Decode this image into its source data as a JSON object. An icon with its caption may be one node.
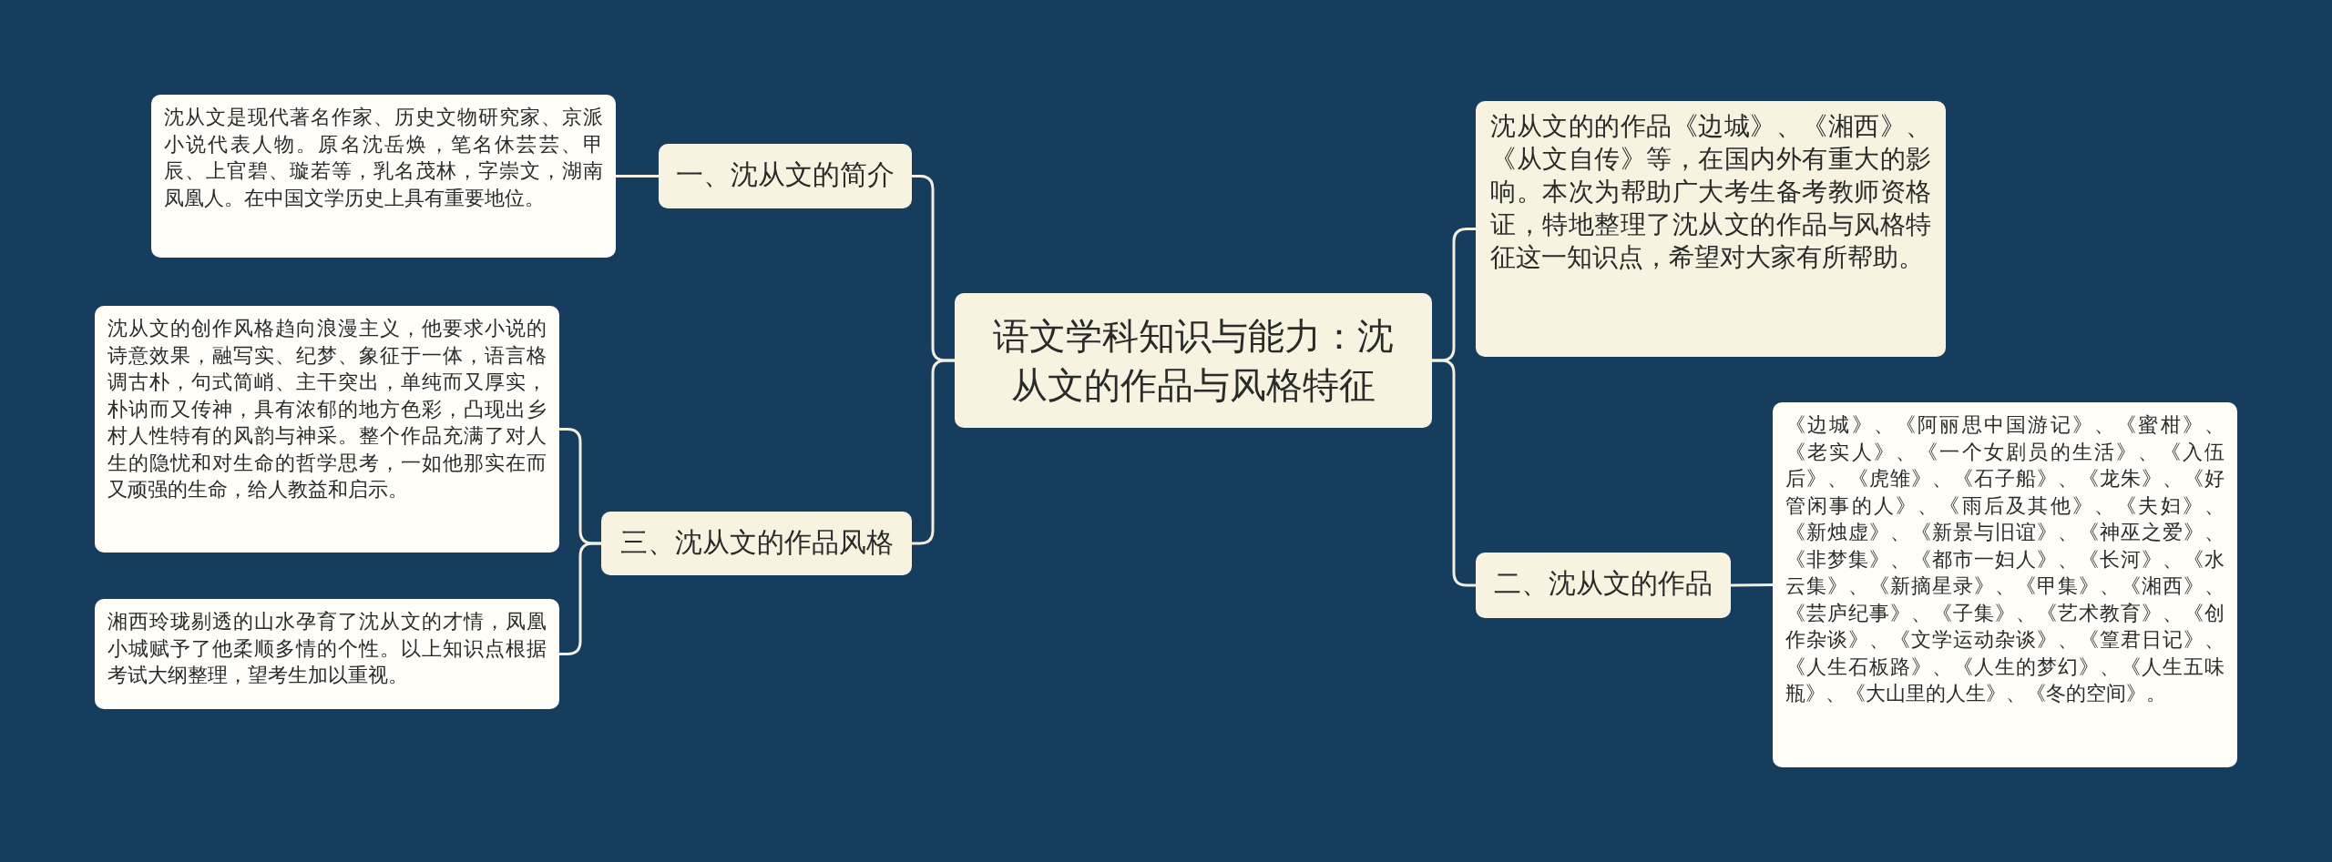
{
  "diagram": {
    "nodes": [
      {
        "text": [
          "语文学科知识与能力：沈从文的作品与风格特征"
        ]
      },
      {
        "text": [
          "一、沈从文的简介"
        ]
      },
      {
        "text": [
          "沈从文是现代著名作家、历史文物研究家、京派小说代表人物。原名沈岳焕，笔名休芸芸、甲辰、上官碧、璇若等，乳名茂林，字崇文，湖南凤凰人。在中国文学历史上具有重要地位。"
        ]
      },
      {
        "text": [
          "三、沈从文的作品风格"
        ]
      },
      {
        "text": [
          "沈从文的创作风格趋向浪漫主义，他要求小说的诗意效果，融写实、纪梦、象征于一体，语言格调古朴，句式简峭、主干突出，单纯而又厚实，朴讷而又传神，具有浓郁的地方色彩，凸现出乡村人性特有的风韵与神采。整个作品充满了对人生的隐忧和对生命的哲学思考，一如他那实在而又顽强的生命，给人教益和启示。"
        ]
      },
      {
        "text": [
          "湘西玲珑剔透的山水孕育了沈从文的才情，凤凰小城赋予了他柔顺多情的个性。以上知识点根据考试大纲整理，望考生加以重视。"
        ]
      },
      {
        "text": [
          "沈从文的的作品《边城》、《湘西》、《从文自传》等，在国内外有重大的影响。本次为帮助广大考生备考教师资格证，特地整理了沈从文的作品与风格特征这一知识点，希望对大家有所帮助。"
        ]
      },
      {
        "text": [
          "二、沈从文的作品"
        ]
      },
      {
        "text": [
          "《边城》、《阿丽思中国游记》、《蜜柑》、《老实人》、《一个女剧员的生活》、《入伍后》、《虎雏》、《石子船》、《龙朱》、《好管闲事的人》、《雨后及其他》、《夫妇》、《新烛虚》、《新景与旧谊》、《神巫之爱》、《非梦集》、《都市一妇人》、《长河》、《水云集》、《新摘星录》、《甲集》、《湘西》、《芸庐纪事》、《子集》、《艺术教育》、《创作杂谈》、《文学运动杂谈》、《篁君日记》、《人生石板路》、《人生的梦幻》、《人生五味瓶》、《大山里的人生》、《冬的空间》。"
        ]
      }
    ],
    "edges": [
      {
        "from": 0,
        "to": 1,
        "arrow": "none"
      },
      {
        "from": 0,
        "to": 3,
        "arrow": "none"
      },
      {
        "from": 0,
        "to": 6,
        "arrow": "none"
      },
      {
        "from": 0,
        "to": 7,
        "arrow": "none"
      },
      {
        "from": 1,
        "to": 2,
        "arrow": "none"
      },
      {
        "from": 3,
        "to": 4,
        "arrow": "none"
      },
      {
        "from": 3,
        "to": 5,
        "arrow": "none"
      },
      {
        "from": 7,
        "to": 8,
        "arrow": "none"
      }
    ]
  }
}
